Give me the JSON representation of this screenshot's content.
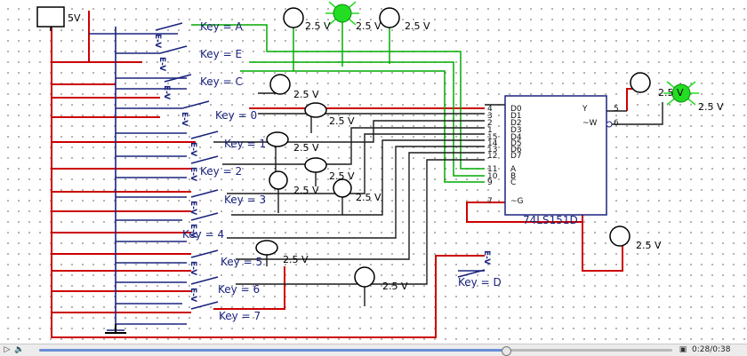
{
  "supply": {
    "label": "5V"
  },
  "switches": [
    {
      "key": "Key = A"
    },
    {
      "key": "Key = E"
    },
    {
      "key": "Key = C"
    },
    {
      "key": "Key = 0"
    },
    {
      "key": "Key = 1"
    },
    {
      "key": "Key = 2"
    },
    {
      "key": "Key = 3"
    },
    {
      "key": "Key = 4"
    },
    {
      "key": "Key = 5"
    },
    {
      "key": "Key = 6"
    },
    {
      "key": "Key = 7"
    },
    {
      "key": "Key = D"
    }
  ],
  "switch_tag": "E-V",
  "probe_voltage": "2.5 V",
  "chip": {
    "name": "74LS151D",
    "inputs": [
      "D0",
      "D1",
      "D2",
      "D3",
      "D4",
      "D5",
      "D6",
      "D7",
      "A",
      "B",
      "C",
      "~G"
    ],
    "input_pins": [
      "4",
      "3",
      "2",
      "1",
      "15",
      "14",
      "13",
      "12",
      "11",
      "10",
      "9",
      "7"
    ],
    "outputs": [
      "Y",
      "~W"
    ],
    "output_pins": [
      "5",
      "6"
    ]
  },
  "colors": {
    "rail": "#cc0000",
    "signal": "#1a1a1a",
    "address": "#00aa00",
    "switch": "#1a237e",
    "led_on": "#22dd22"
  },
  "player": {
    "time": "0:28/0:38",
    "progress": 0.737
  }
}
